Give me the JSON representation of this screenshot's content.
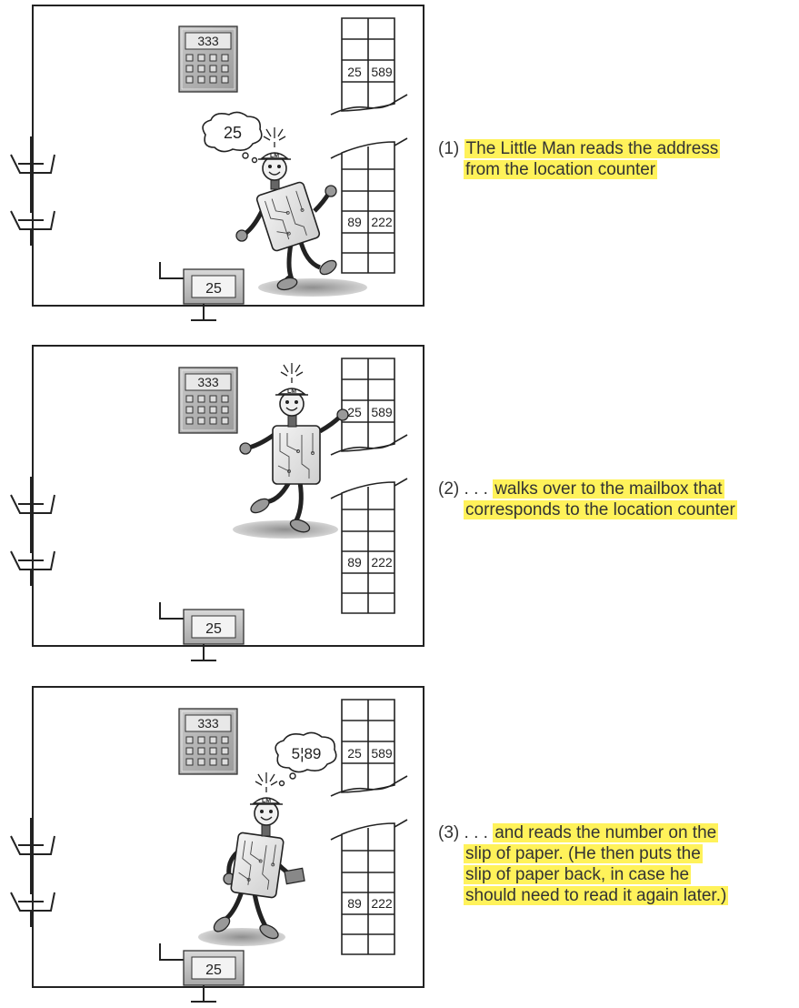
{
  "panels": [
    {
      "keypad_display": "333",
      "counter_value": "25",
      "thought_text": "25",
      "mailboxes": {
        "top": {
          "address": "25",
          "content": "589"
        },
        "bottom": {
          "address": "89",
          "content": "222"
        }
      },
      "hat_label": "LM",
      "caption": {
        "number": "(1)",
        "lines": [
          "The Little Man reads the address",
          "from the location counter"
        ]
      }
    },
    {
      "keypad_display": "333",
      "counter_value": "25",
      "mailboxes": {
        "top": {
          "address": "25",
          "content": "589"
        },
        "bottom": {
          "address": "89",
          "content": "222"
        }
      },
      "hat_label": "LM",
      "caption": {
        "number": "(2)",
        "prefix": ". . .",
        "lines": [
          "walks over to the mailbox that",
          "corresponds to the location counter"
        ]
      }
    },
    {
      "keypad_display": "333",
      "counter_value": "25",
      "thought_text": "5¦89",
      "mailboxes": {
        "top": {
          "address": "25",
          "content": "589"
        },
        "bottom": {
          "address": "89",
          "content": "222"
        }
      },
      "hat_label": "LM",
      "caption": {
        "number": "(3)",
        "prefix": ". . .",
        "lines": [
          "and reads the number on the",
          "slip of paper. (He then puts the",
          "slip of paper back, in case he",
          "should need to read it again later.)"
        ]
      }
    }
  ]
}
